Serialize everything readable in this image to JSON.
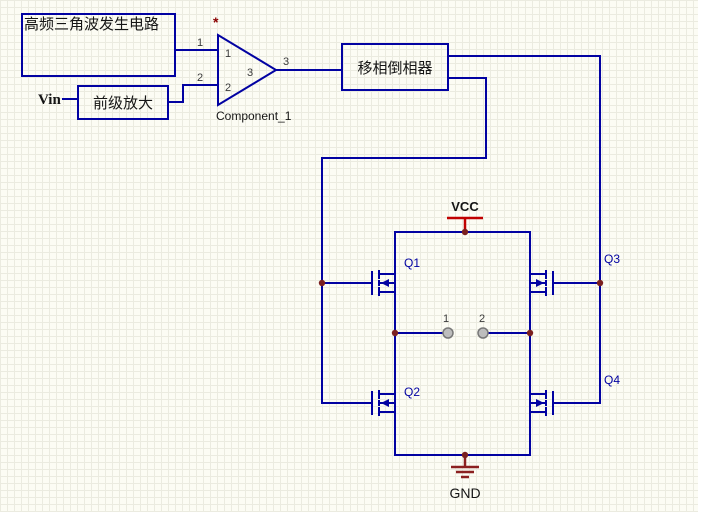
{
  "diagram": {
    "blocks": {
      "triangle_generator": "高频三角波发生电路",
      "preamp": "前级放大",
      "phase_inverter": "移相倒相器"
    },
    "comparator": {
      "designator": "Component_1",
      "part_mark": "*",
      "input1_pin": "1",
      "input2_pin": "2",
      "output_pin": "3",
      "inner_in1": "1",
      "inner_in2": "2",
      "inner_out": "3"
    },
    "signals": {
      "vin": "Vin",
      "vcc": "VCC",
      "gnd": "GND"
    },
    "transistors": {
      "q1": "Q1",
      "q2": "Q2",
      "q3": "Q3",
      "q4": "Q4"
    },
    "nodes": {
      "node1": "1",
      "node2": "2"
    },
    "colors": {
      "wire": "#0202a2",
      "power_red": "#c00000",
      "junction": "#7a1f1f",
      "text": "#151515"
    }
  }
}
